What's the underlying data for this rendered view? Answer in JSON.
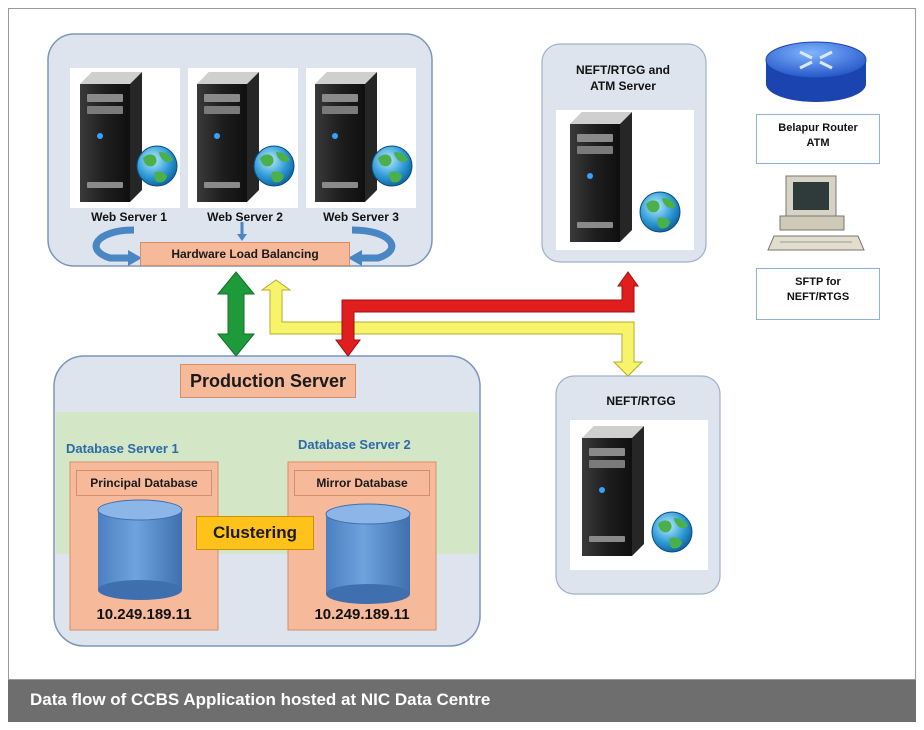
{
  "web_servers": {
    "labels": [
      "Web Server 1",
      "Web Server 2",
      "Web Server 3"
    ],
    "load_balancer": "Hardware Load Balancing"
  },
  "neft_atm": {
    "title_line1": "NEFT/RTGG and",
    "title_line2": "ATM Server"
  },
  "router": {
    "line1": "Belapur Router",
    "line2": "ATM"
  },
  "sftp": {
    "line1": "SFTP for",
    "line2": "NEFT/RTGS"
  },
  "production": {
    "label": "Production Server",
    "clustering": "Clustering",
    "db1": {
      "title": "Database Server 1",
      "subtitle": "Principal Database",
      "ip": "10.249.189.11"
    },
    "db2": {
      "title": "Database Server 2",
      "subtitle": "Mirror Database",
      "ip": "10.249.189.11"
    }
  },
  "neft_rtgg": {
    "title": "NEFT/RTGG"
  },
  "caption": "Data flow of CCBS Application hosted at NIC Data Centre",
  "colors": {
    "panel_fill": "#dde4ee",
    "panel_border": "#7d95bb",
    "peach": "#f6b99a",
    "green_band": "#d3e6c6",
    "cylinder": "#5b8fcf",
    "arrow_green": "#1f9a3a",
    "arrow_yellow": "#f7f36a",
    "arrow_red": "#e01e1e",
    "clustering": "#ffc21a",
    "caption_bar": "#6e6e6e"
  }
}
